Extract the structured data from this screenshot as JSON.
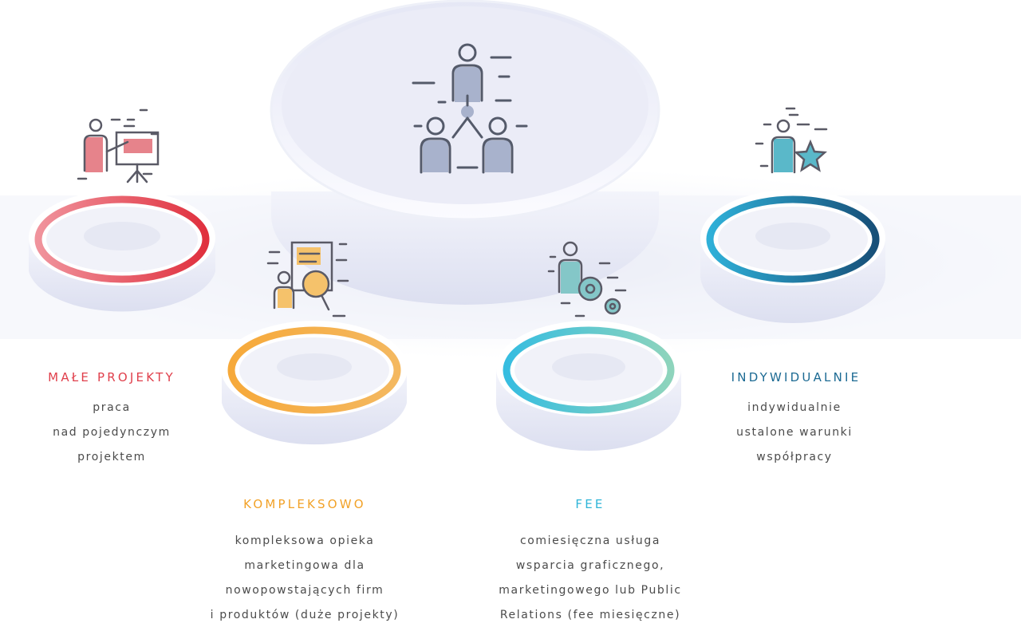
{
  "segments": [
    {
      "id": "male-projekty",
      "title": "MAŁE PROJEKTY",
      "color": "#e0404c",
      "description_lines": [
        "praca",
        "nad pojedynczym",
        "projektem"
      ],
      "icon": "presenter-icon"
    },
    {
      "id": "kompleksowo",
      "title": "KOMPLEKSOWO",
      "color": "#f2a228",
      "description_lines": [
        "kompleksowa opieka",
        "marketingowa dla",
        "nowopowstających firm",
        "i produktów (duże projekty)"
      ],
      "icon": "search-document-icon"
    },
    {
      "id": "fee",
      "title": "FEE",
      "color": "#2fb5d8",
      "description_lines": [
        "comiesięczna usługa",
        "wsparcia graficznego,",
        "marketingowego lub Public",
        "Relations (fee miesięczne)"
      ],
      "icon": "gears-person-icon"
    },
    {
      "id": "indywidualnie",
      "title": "INDYWIDUALNIE",
      "color": "#1c6a93",
      "description_lines": [
        "indywidualnie",
        "ustalone warunki",
        "współpracy"
      ],
      "icon": "person-star-icon"
    }
  ],
  "center": {
    "icon": "team-hierarchy-icon"
  }
}
